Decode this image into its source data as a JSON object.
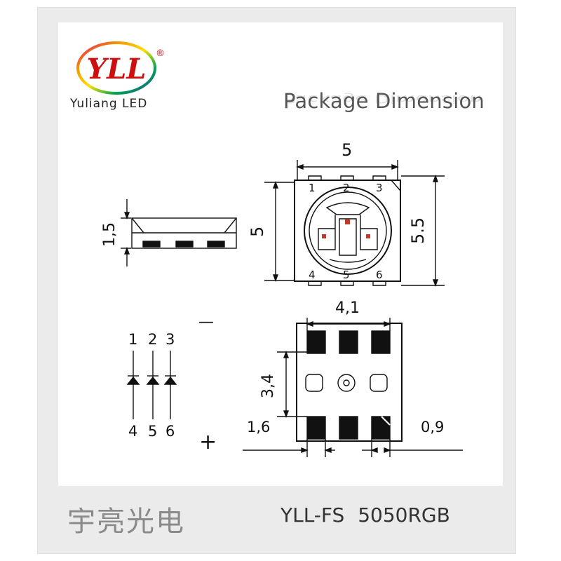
{
  "logo": {
    "mark": "YLL",
    "registered": "®",
    "brand": "Yuliang LED"
  },
  "title": "Package Dimension",
  "dimensions": {
    "top_width": "5",
    "top_height": "5",
    "top_height_outer": "5.5",
    "side_height": "1,5",
    "pad_span": "4,1",
    "pad_pitch_vertical": "3,4",
    "pad_width": "1,6",
    "pad_height": "0,9"
  },
  "pins": {
    "top": [
      "1",
      "2",
      "3"
    ],
    "bottom": [
      "4",
      "5",
      "6"
    ]
  },
  "polarity": {
    "minus": "—",
    "plus": "+"
  },
  "footer": {
    "company_cn": "宇亮光电",
    "model": "YLL-FS  5050RGB"
  },
  "colors": {
    "line": "#111111",
    "frame": "#ebebeb",
    "logo_red": "#cc1010"
  }
}
